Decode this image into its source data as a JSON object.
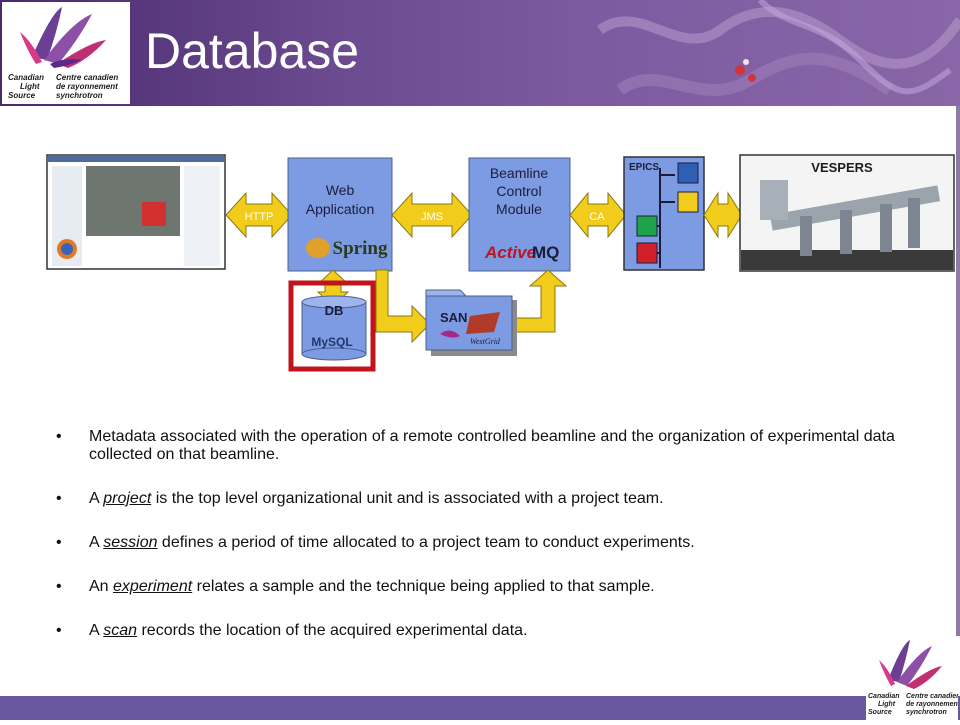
{
  "header": {
    "title": "Database",
    "logo": {
      "text_en": "Canadian Light Source",
      "text_fr": "Centre canadien de rayonnement synchrotron"
    }
  },
  "diagram": {
    "web_application": {
      "label_1": "Web",
      "label_2": "Application",
      "logo": "Spring"
    },
    "beamline_control": {
      "label_1": "Beamline",
      "label_2": "Control",
      "label_3": "Module",
      "logo_a": "Active",
      "logo_b": "MQ"
    },
    "epics": {
      "label": "EPICS"
    },
    "vespers": {
      "label": "VESPERS"
    },
    "db": {
      "label": "DB",
      "logo": "MySQL"
    },
    "san": {
      "label": "SAN",
      "logo": "WestGrid"
    },
    "connectors": {
      "http": "HTTP",
      "jms": "JMS",
      "ca": "CA"
    }
  },
  "bullets": [
    {
      "prefix": "",
      "term": "",
      "text": "Metadata associated with the operation of a remote controlled beamline and the organization of experimental data collected on that beamline."
    },
    {
      "prefix": "A ",
      "term": "project",
      "text": " is the top level organizational unit and is associated with a project team."
    },
    {
      "prefix": "A ",
      "term": "session",
      "text": " defines a period of time allocated to a project team to conduct experiments."
    },
    {
      "prefix": "An ",
      "term": "experiment",
      "text": " relates a sample and the technique being applied to that sample."
    },
    {
      "prefix": "A ",
      "term": "scan",
      "text": " records the location of the acquired experimental data."
    }
  ],
  "colors": {
    "banner": "#5a3a80",
    "box": "#7d9be3",
    "arrow": "#f2cc1a",
    "highlight": "#c0141c",
    "footer": "#6b56a0"
  }
}
